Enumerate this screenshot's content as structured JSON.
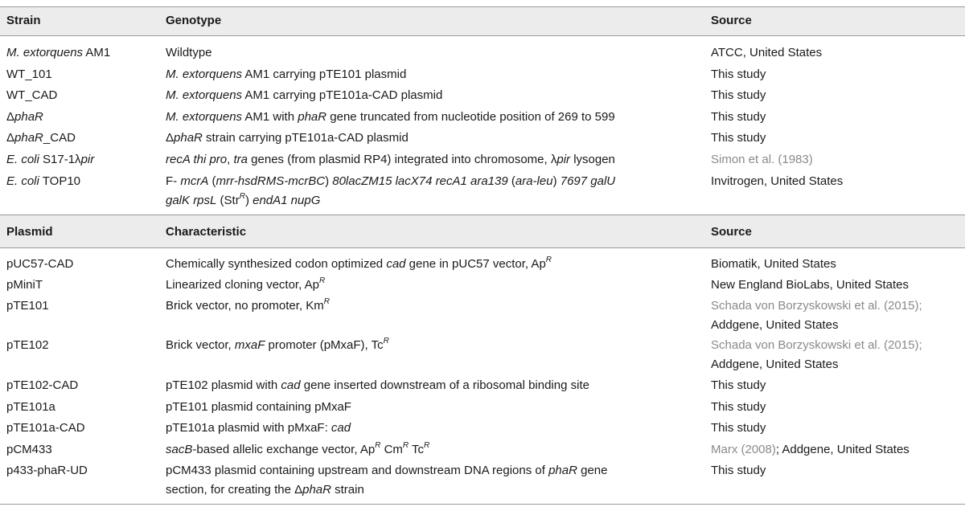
{
  "strains": {
    "headers": [
      "Strain",
      "Genotype",
      "Source"
    ],
    "rows": [
      {
        "strain": "M. extorquens AM1",
        "genotype": "Wildtype",
        "source": "ATCC, United States"
      },
      {
        "strain": "WT_101",
        "genotype": "M. extorquens AM1 carrying pTE101 plasmid",
        "source": "This study"
      },
      {
        "strain": "WT_CAD",
        "genotype": "M. extorquens AM1 carrying pTE101a-CAD plasmid",
        "source": "This study"
      },
      {
        "strain": "ΔphaR",
        "genotype": "M. extorquens AM1 with phaR gene truncated from nucleotide position of 269 to 599",
        "source": "This study"
      },
      {
        "strain": "ΔphaR_CAD",
        "genotype": "ΔphaR strain carrying pTE101a-CAD plasmid",
        "source": "This study"
      },
      {
        "strain": "E. coli S17-1λpir",
        "genotype": "recA thi pro, tra genes (from plasmid RP4) integrated into chromosome, λpir lysogen",
        "source": "Simon et al. (1983)"
      },
      {
        "strain": "E. coli TOP10",
        "genotype_line1": "F- mcrA (mrr-hsdRMS-mcrBC) 80lacZM15 lacX74 recA1 ara139 (ara-leu) 7697 galU",
        "genotype_line2": "galK rpsL (StrR) endA1 nupG",
        "source": "Invitrogen, United States"
      }
    ]
  },
  "plasmids": {
    "headers": [
      "Plasmid",
      "Characteristic",
      "Source"
    ],
    "rows": [
      {
        "plasmid": "pUC57-CAD",
        "characteristic": "Chemically synthesized codon optimized cad gene in pUC57 vector, ApR",
        "source": "Biomatik, United States"
      },
      {
        "plasmid": "pMiniT",
        "characteristic": "Linearized cloning vector, ApR",
        "source": "New England BioLabs, United States"
      },
      {
        "plasmid": "pTE101",
        "characteristic": "Brick vector, no promoter, KmR",
        "source_line1": "Schada von Borzyskowski et al. (2015);",
        "source_line2": "Addgene, United States"
      },
      {
        "plasmid": "pTE102",
        "characteristic": "Brick vector, mxaF promoter (pMxaF), TcR",
        "source_line1": "Schada von Borzyskowski et al. (2015);",
        "source_line2": "Addgene, United States"
      },
      {
        "plasmid": "pTE102-CAD",
        "characteristic": "pTE102 plasmid with cad gene inserted downstream of a ribosomal binding site",
        "source": "This study"
      },
      {
        "plasmid": "pTE101a",
        "characteristic": "pTE101 plasmid containing pMxaF",
        "source": "This study"
      },
      {
        "plasmid": "pTE101a-CAD",
        "characteristic": "pTE101a plasmid with pMxaF: cad",
        "source": "This study"
      },
      {
        "plasmid": "pCM433",
        "characteristic": "sacB-based allelic exchange vector, ApR CmR TcR",
        "source_cite": "Marx (2008)",
        "source_rest": "; Addgene, United States"
      },
      {
        "plasmid": "p433-phaR-UD",
        "characteristic_line1": "pCM433 plasmid containing upstream and downstream DNA regions of phaR gene",
        "characteristic_line2": "section, for creating the ΔphaR strain",
        "source": "This study"
      }
    ]
  }
}
